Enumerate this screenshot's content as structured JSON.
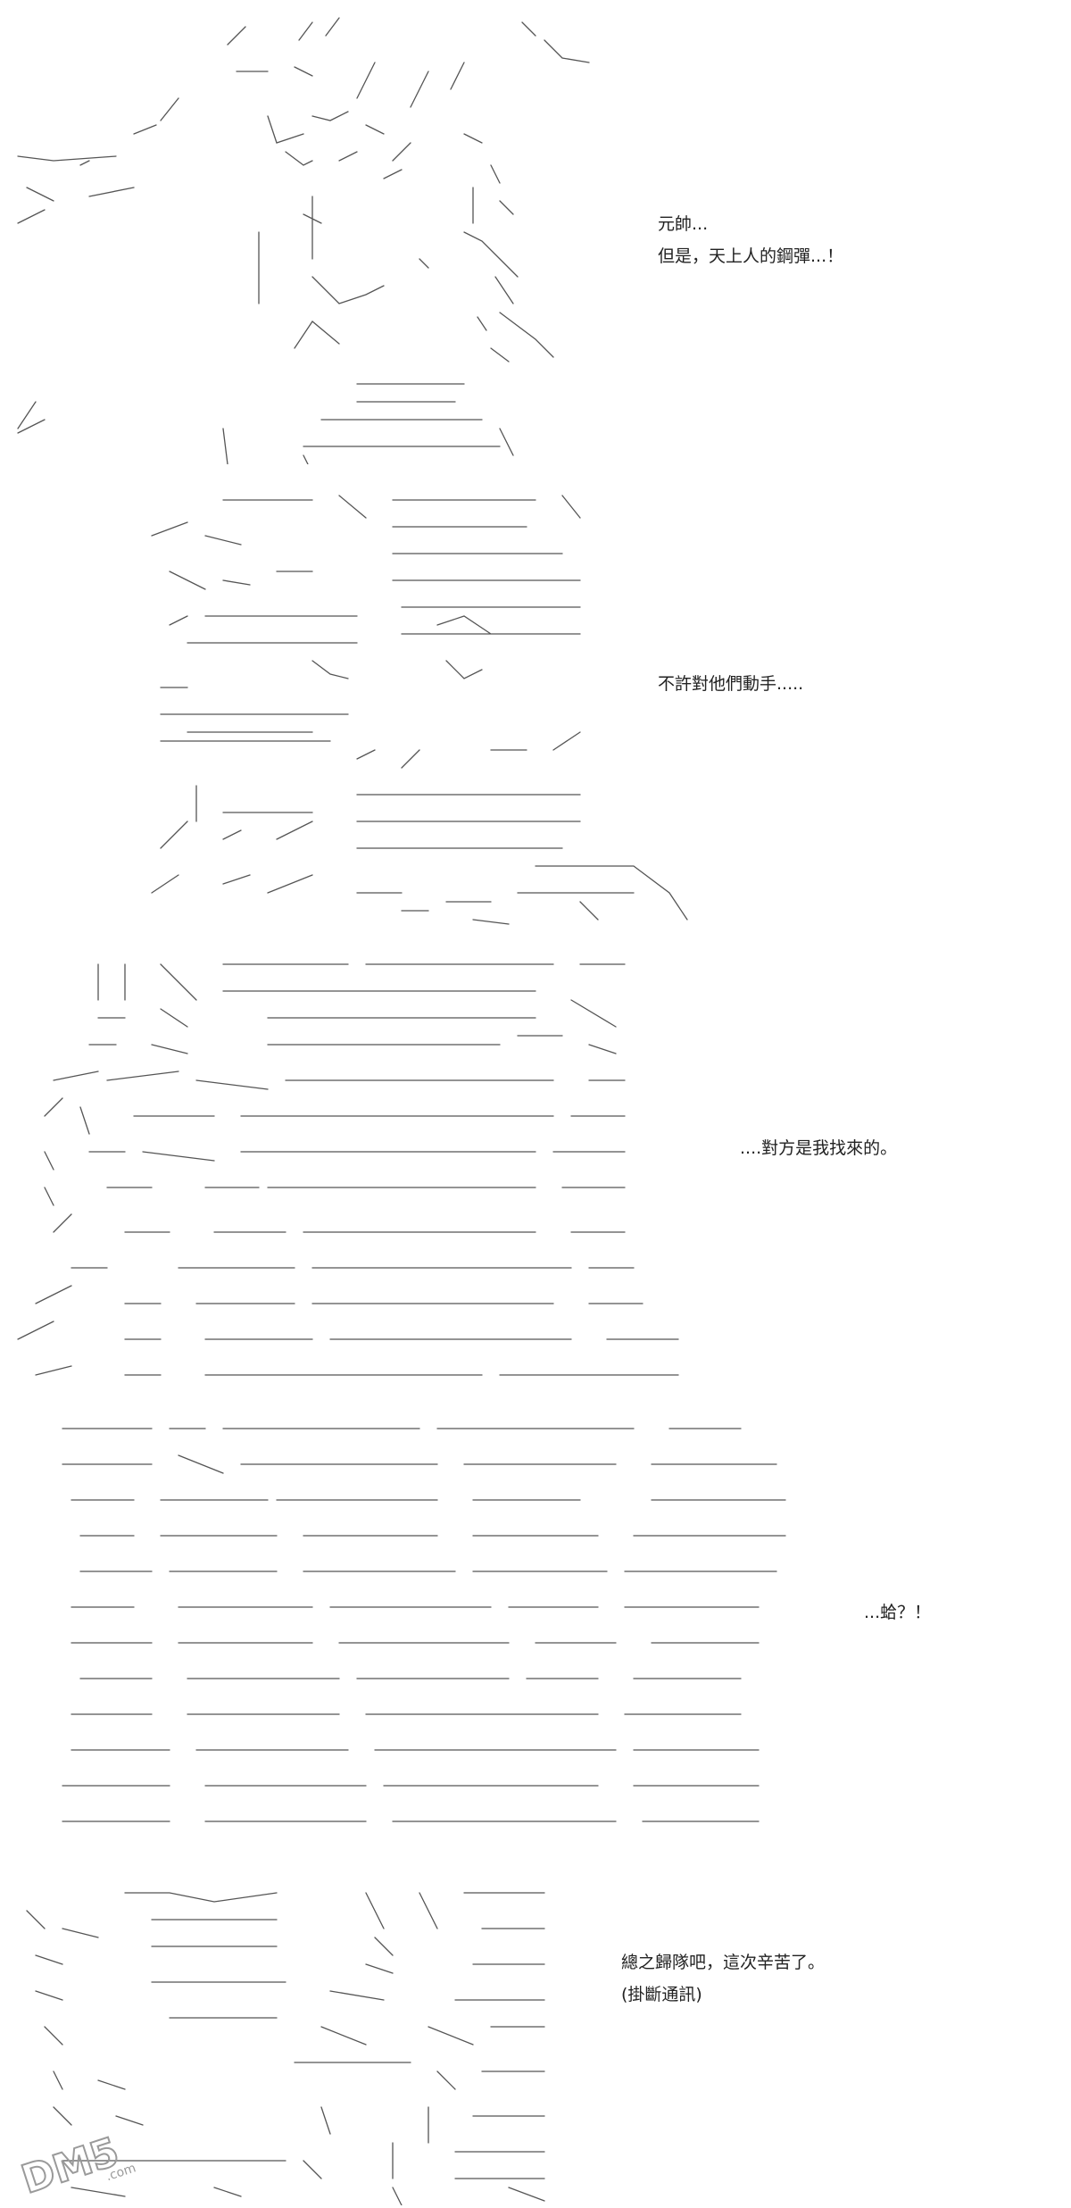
{
  "panels": [
    {
      "id": "panel-1",
      "lines": [
        "元帥...",
        "但是，天上人的鋼彈...！"
      ]
    },
    {
      "id": "panel-2",
      "lines": [
        "不許對他們動手....."
      ]
    },
    {
      "id": "panel-3",
      "lines": [
        "....對方是我找來的。"
      ]
    },
    {
      "id": "panel-4",
      "lines": [
        "...蛤？！"
      ]
    },
    {
      "id": "panel-5",
      "lines": [
        "總之歸隊吧，這次辛苦了。",
        "(掛斷通訊)"
      ]
    }
  ],
  "watermark": {
    "text": "DM5",
    "subtext": ".com"
  },
  "colors": {
    "ink": "#222222",
    "art": "#555555",
    "watermark": "#9a9a9a",
    "background": "#ffffff"
  }
}
